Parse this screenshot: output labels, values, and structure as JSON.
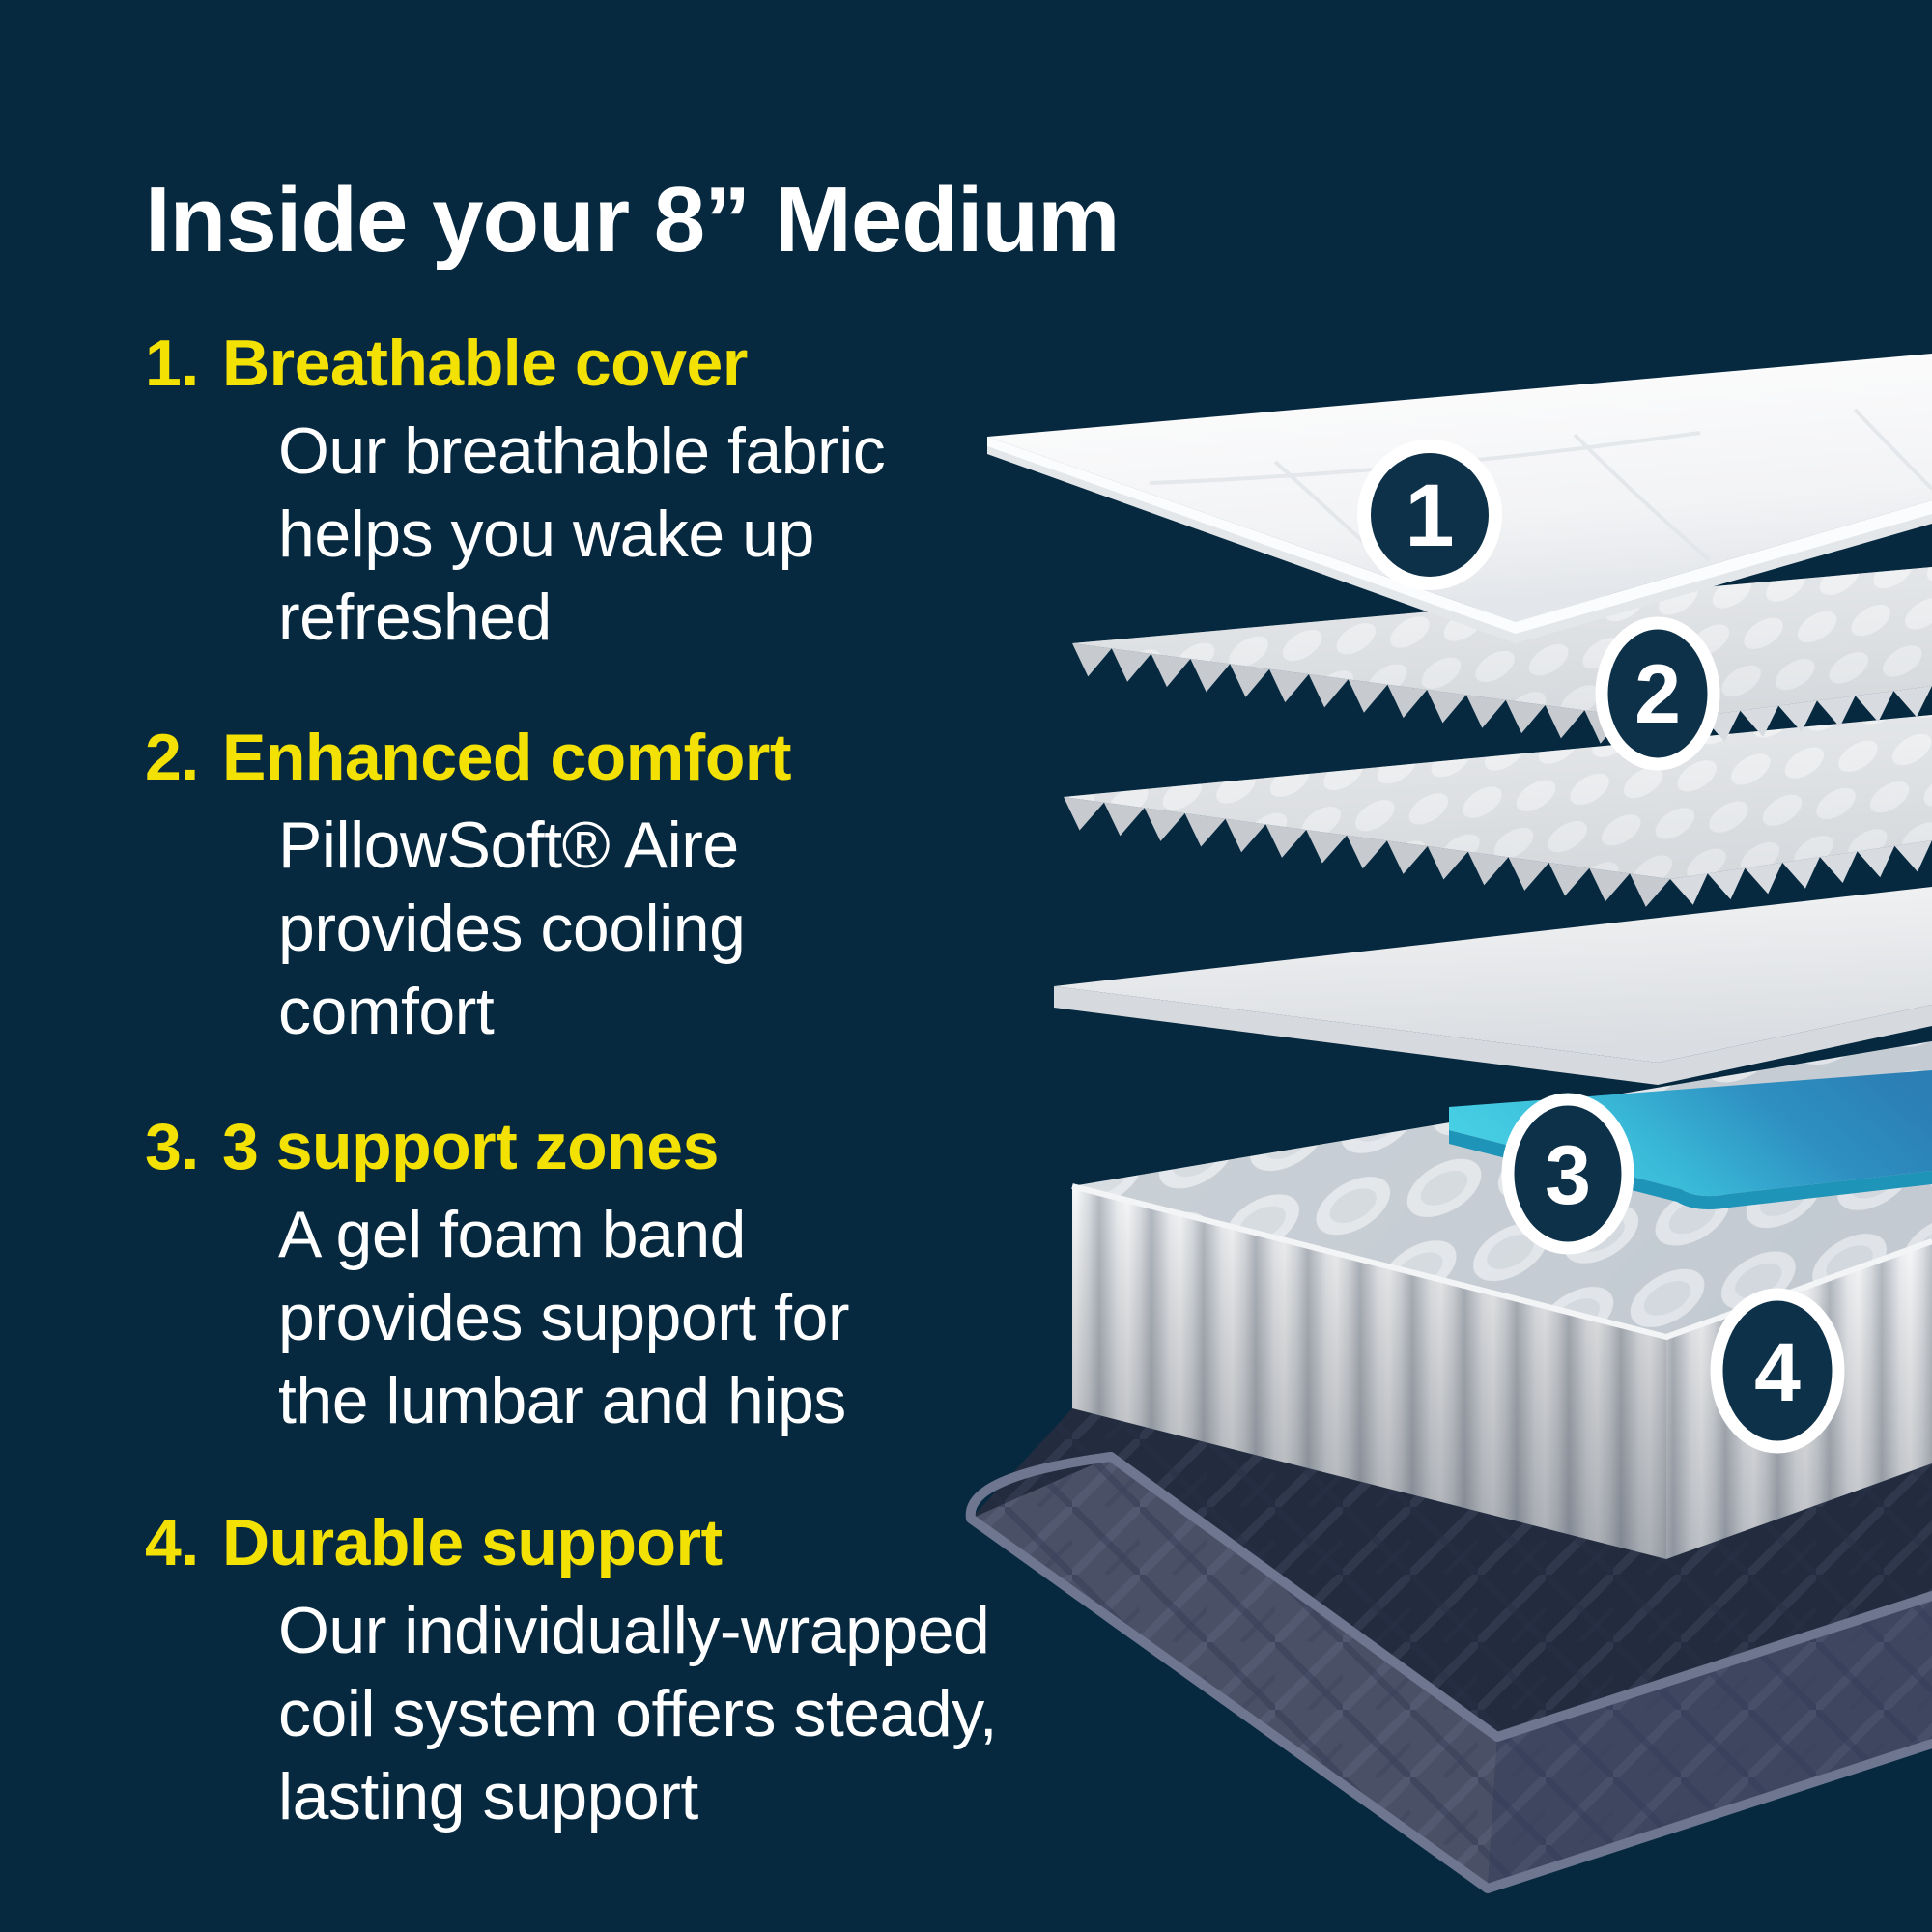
{
  "title": "Inside your 8” Medium",
  "features": [
    {
      "number": "1.",
      "heading": "Breathable cover",
      "body": "Our breathable fabric\nhelps you wake up\nrefreshed"
    },
    {
      "number": "2.",
      "heading": "Enhanced comfort",
      "body": "PillowSoft® Aire\nprovides cooling\ncomfort"
    },
    {
      "number": "3.",
      "heading": "3 support zones",
      "body": "A gel foam band\nprovides support for\nthe lumbar and hips"
    },
    {
      "number": "4.",
      "heading": "Durable support",
      "body": "Our individually-wrapped\ncoil system offers steady,\nlasting support"
    }
  ],
  "diagram": {
    "badges": [
      {
        "label": "1"
      },
      {
        "label": "2"
      },
      {
        "label": "3"
      },
      {
        "label": "4"
      }
    ],
    "layers": [
      "quilted-breathable-cover",
      "convoluted-foam-upper",
      "convoluted-foam-lower",
      "flat-transition-foam",
      "gel-foam-band",
      "pocketed-coil-unit",
      "fabric-base-foundation"
    ]
  },
  "colors": {
    "background": "#062940",
    "accent_yellow": "#F2E103",
    "text": "#FFFFFF",
    "badge_fill": "#0C3149",
    "badge_ring": "#FFFFFF",
    "gel_cyan": "#3FCBE1",
    "gel_blue": "#2B7FB5",
    "foam_white": "#F4F5F7",
    "base_fabric": "#4A5166"
  }
}
